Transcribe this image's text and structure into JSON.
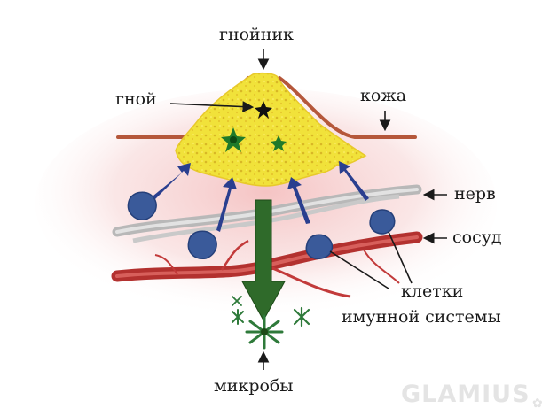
{
  "labels": {
    "abscess": "гнойник",
    "pus": "гной",
    "skin": "кожа",
    "nerve": "нерв",
    "vessel": "сосуд",
    "cells_line1": "клетки",
    "cells_line2": "имунной системы",
    "microbes": "микробы"
  },
  "watermark": "GLAMIUS",
  "icons": {
    "immune_cell": "blue-cell-icon",
    "microbe": "green-microbe-icon",
    "arrow_in": "blue-arrow-icon",
    "arrow_out": "green-arrow-icon"
  },
  "colors": {
    "skin": "#b5573a",
    "pus": "#f2e13c",
    "immune_cell": "#3a5a9a",
    "blue_arrow": "#2a3f8f",
    "green_arrow": "#2f6a2a",
    "microbe": "#2e7a3a",
    "nerve": "#c9c9c9",
    "vessel": "#c23a3a",
    "glow": "#f7d0d0"
  }
}
